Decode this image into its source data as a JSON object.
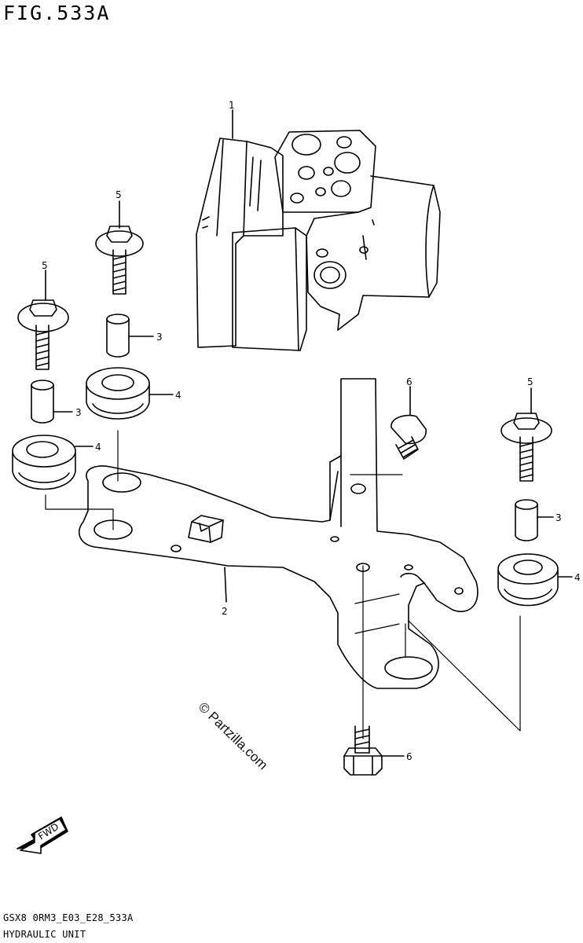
{
  "figure_label": "FIG.533A",
  "diagram_code": "GSX8 0RM3_E03_E28_533A",
  "section_name": "HYDRAULIC UNIT",
  "watermark": "© Partzilla.com",
  "fwd_label": "FWD",
  "callouts": [
    "1",
    "2",
    "3",
    "3",
    "3",
    "4",
    "4",
    "4",
    "5",
    "5",
    "5",
    "6",
    "6"
  ]
}
